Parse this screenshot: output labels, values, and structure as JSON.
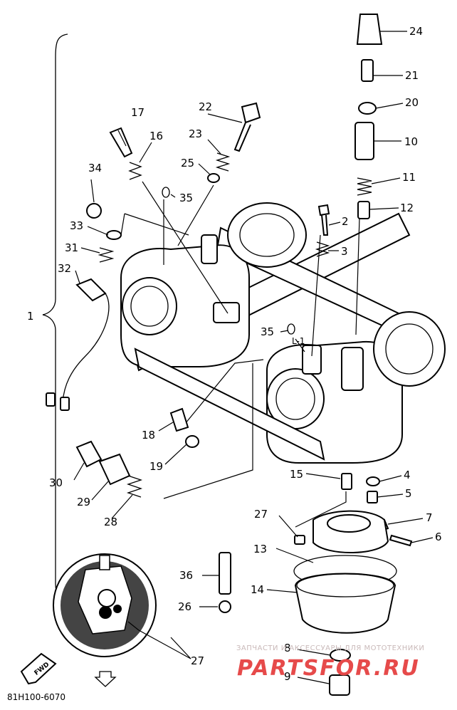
{
  "diagram": {
    "callouts": {
      "p1": "1",
      "p2": "2",
      "p3": "3",
      "p4": "4",
      "p5": "5",
      "p6": "6",
      "p7": "7",
      "p8": "8",
      "p9": "9",
      "p10": "10",
      "p11": "11",
      "p12": "12",
      "p13": "13",
      "p14": "14",
      "p15": "15",
      "p16": "16",
      "p17": "17",
      "p18": "18",
      "p19": "19",
      "p20": "20",
      "p21": "21",
      "p22": "22",
      "p23": "23",
      "p24": "24",
      "p25": "25",
      "p26": "26",
      "p27a": "27",
      "p27b": "27",
      "p28": "28",
      "p29": "29",
      "p30": "30",
      "p31": "31",
      "p32": "32",
      "p33": "33",
      "p34": "34",
      "p35a": "35",
      "p35b": "35",
      "p36": "36",
      "l1": "L-1"
    },
    "fwd_label": "FWD",
    "part_code": "81H100-6070"
  },
  "watermark": {
    "tagline": "ЗАПЧАСТИ И АКСЕССУАРЫ ДЛЯ МОТОТЕХНИКИ",
    "logo": "PARTSFOR.RU"
  }
}
